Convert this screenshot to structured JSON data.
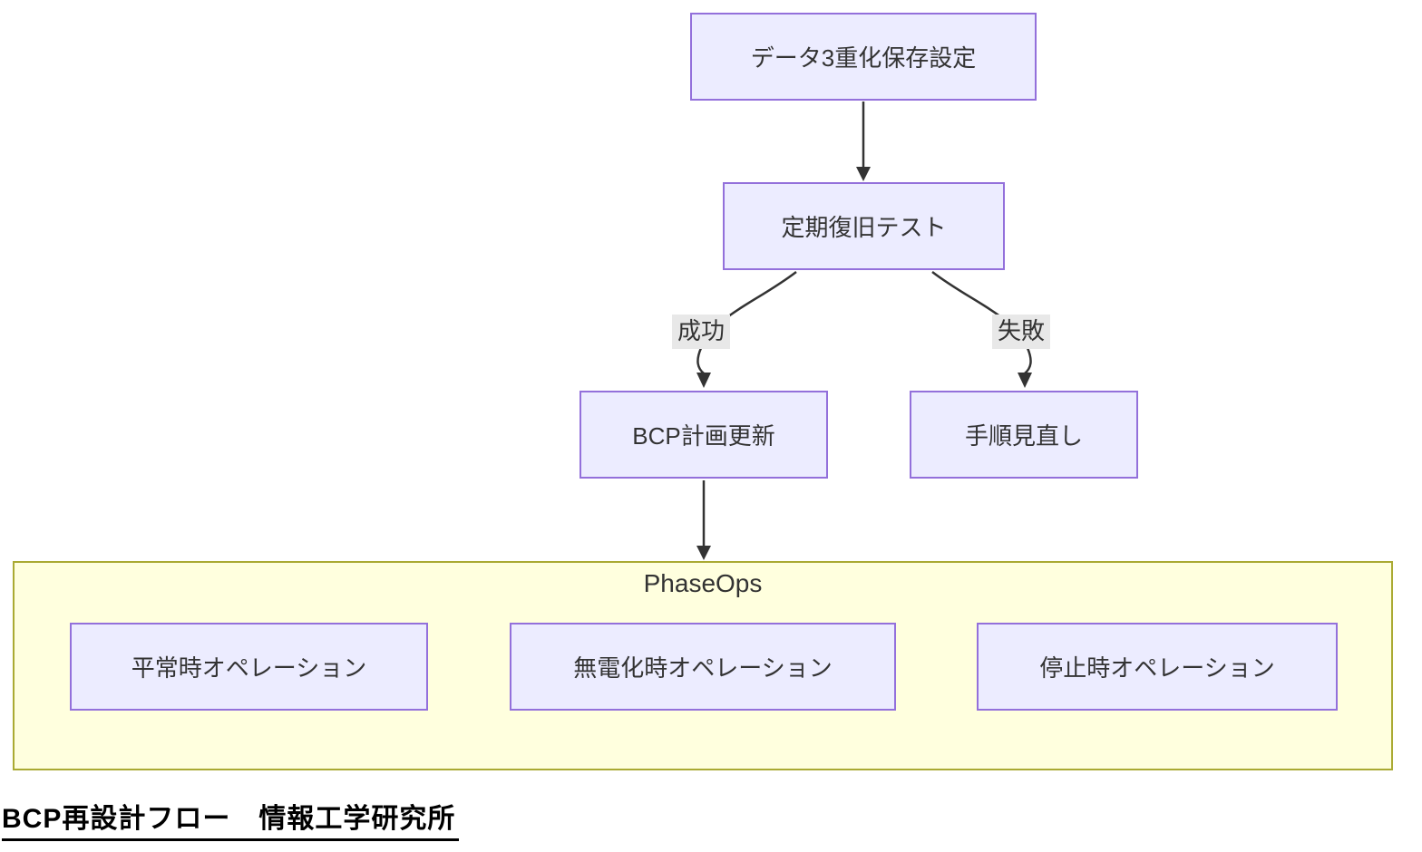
{
  "diagram": {
    "nodes": {
      "n1": {
        "label": "データ3重化保存設定"
      },
      "n2": {
        "label": "定期復旧テスト"
      },
      "n3": {
        "label": "BCP計画更新"
      },
      "n4": {
        "label": "手順見直し"
      },
      "p1": {
        "label": "平常時オペレーション"
      },
      "p2": {
        "label": "無電化時オペレーション"
      },
      "p3": {
        "label": "停止時オペレーション"
      }
    },
    "edges": {
      "success_label": "成功",
      "failure_label": "失敗"
    },
    "subgraph": {
      "title": "PhaseOps"
    },
    "caption": "BCP再設計フロー　情報工学研究所",
    "colors": {
      "node_fill": "#ECECFF",
      "node_border": "#9370DB",
      "cluster_fill": "#FFFFDE",
      "cluster_border": "#AAAA33",
      "edge_stroke": "#333333",
      "edge_label_bg": "#E8E8E8",
      "text": "#333333",
      "caption_text": "#000000"
    }
  }
}
